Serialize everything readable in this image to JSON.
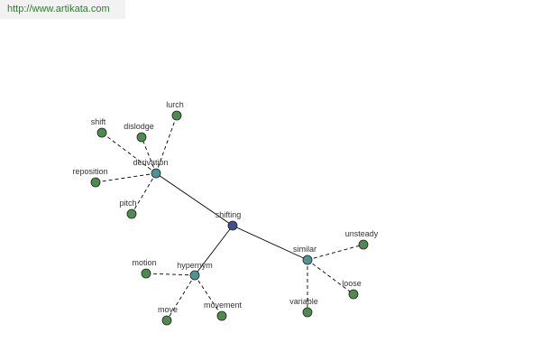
{
  "source_url": "http://www.artikata.com",
  "colors": {
    "root_fill": "#3f4f8f",
    "hub_fill": "#4f9494",
    "leaf_fill": "#4f8a4f",
    "node_stroke": "#222222",
    "edge": "#000000",
    "label": "#333333",
    "url_text": "#2e7d2e",
    "url_bg": "#f2f2f2"
  },
  "graph": {
    "root": "shifting",
    "groups": [
      {
        "label": "derivation",
        "leaves": [
          "lurch",
          "dislodge",
          "shift",
          "reposition",
          "pitch"
        ]
      },
      {
        "label": "hypernym",
        "leaves": [
          "motion",
          "move",
          "movement"
        ]
      },
      {
        "label": "similar",
        "leaves": [
          "unsteady",
          "loose",
          "variable"
        ]
      }
    ]
  }
}
